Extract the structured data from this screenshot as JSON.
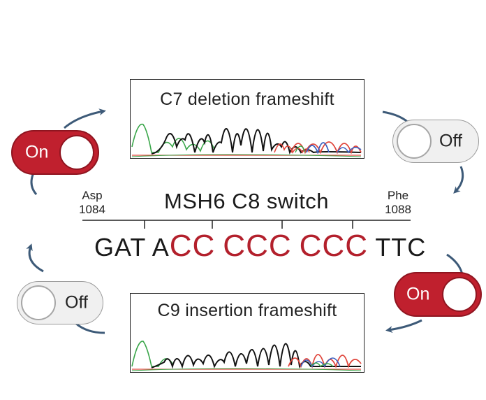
{
  "switch_title": "MSH6 C8 switch",
  "left_codon": {
    "name": "Asp",
    "number": "1084"
  },
  "right_codon": {
    "name": "Phe",
    "number": "1088"
  },
  "sequence": [
    {
      "text": "GAT ",
      "style": "plain"
    },
    {
      "text": "A",
      "style": "plain"
    },
    {
      "text": "CC",
      "style": "highlight"
    },
    {
      "text": " ",
      "style": "plain"
    },
    {
      "text": "CCC",
      "style": "highlight"
    },
    {
      "text": " ",
      "style": "plain"
    },
    {
      "text": "CCC",
      "style": "highlight"
    },
    {
      "text": " TTC",
      "style": "plain"
    }
  ],
  "top_panel": {
    "title": "C7 deletion frameshift"
  },
  "bottom_panel": {
    "title": "C9 insertion frameshift"
  },
  "toggles": {
    "top_left": "On",
    "top_right": "Off",
    "bottom_left": "Off",
    "bottom_right": "On"
  },
  "colors": {
    "on_red": "#c0202e",
    "highlight_red": "#b3202c",
    "arrow": "#3d5a78",
    "trace_black": "#111111",
    "trace_green": "#3aa64a",
    "trace_red": "#e0463c",
    "trace_blue": "#3a5fc0"
  }
}
